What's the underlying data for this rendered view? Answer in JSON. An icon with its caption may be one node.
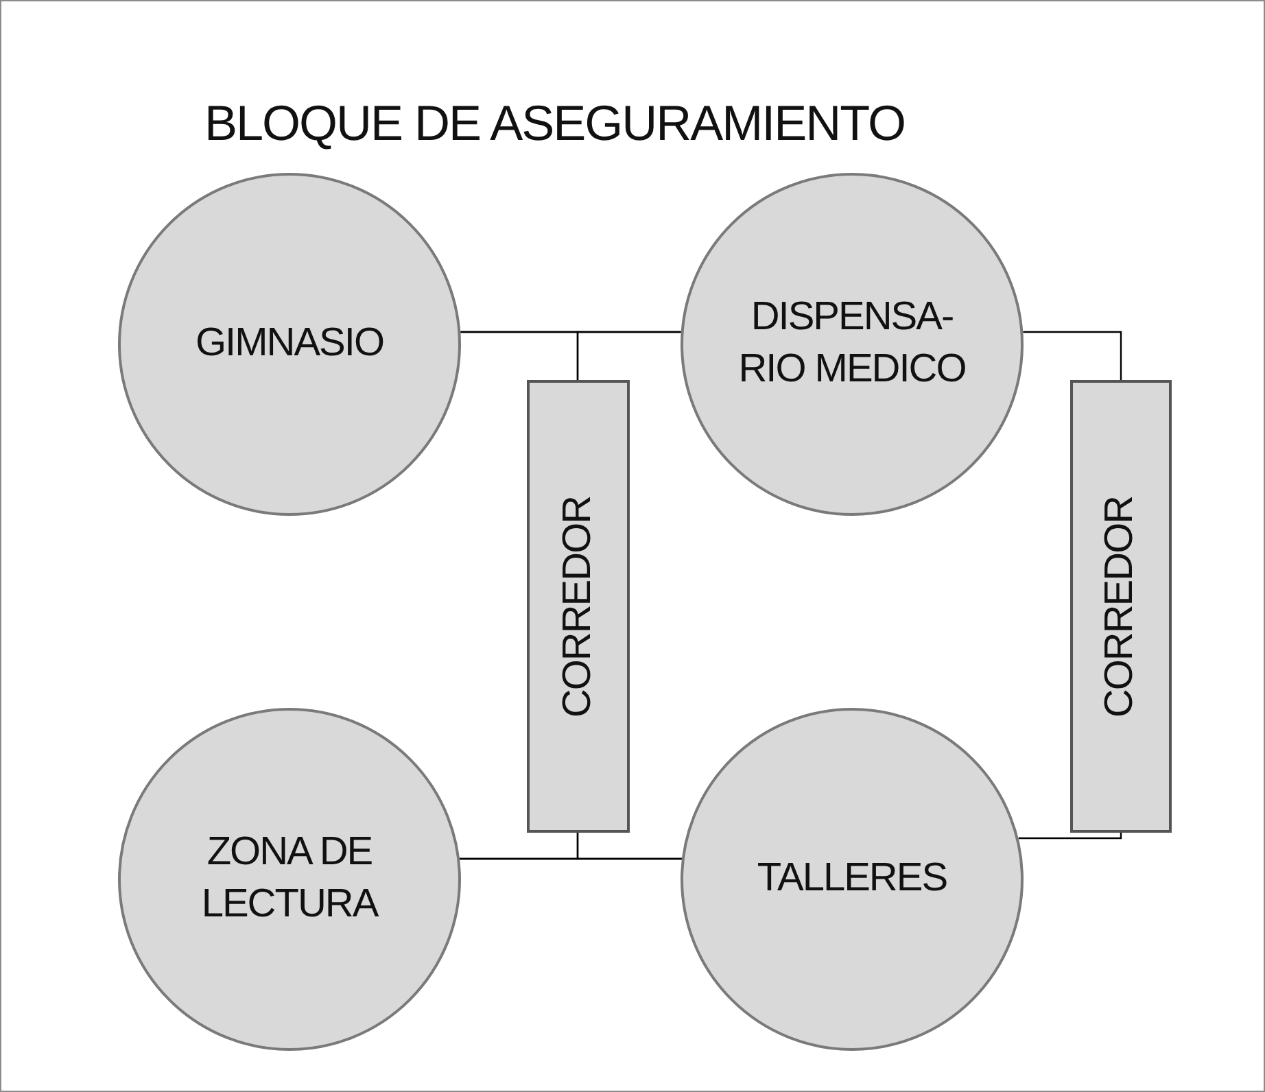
{
  "diagram": {
    "title": "BLOQUE DE ASEGURAMIENTO",
    "nodes": [
      {
        "text": [
          "GIMNASIO"
        ]
      },
      {
        "text": [
          "DISPENSA- RIO MEDICO"
        ]
      },
      {
        "text": [
          "CORREDOR"
        ]
      },
      {
        "text": [
          "CORREDOR"
        ]
      },
      {
        "text": [
          "ZONA DE LECTURA"
        ]
      },
      {
        "text": [
          "TALLERES"
        ]
      }
    ],
    "edges": [
      {
        "from": 0,
        "to": 1,
        "arrow": "none"
      },
      {
        "from": 2,
        "to": 0,
        "arrow": "none"
      },
      {
        "from": 2,
        "to": 1,
        "arrow": "none"
      },
      {
        "from": 4,
        "to": 5,
        "arrow": "none"
      },
      {
        "from": 2,
        "to": 4,
        "arrow": "none"
      },
      {
        "from": 2,
        "to": 5,
        "arrow": "none"
      },
      {
        "from": 1,
        "to": 3,
        "arrow": "none"
      },
      {
        "from": 3,
        "to": 5,
        "arrow": "none"
      }
    ]
  }
}
